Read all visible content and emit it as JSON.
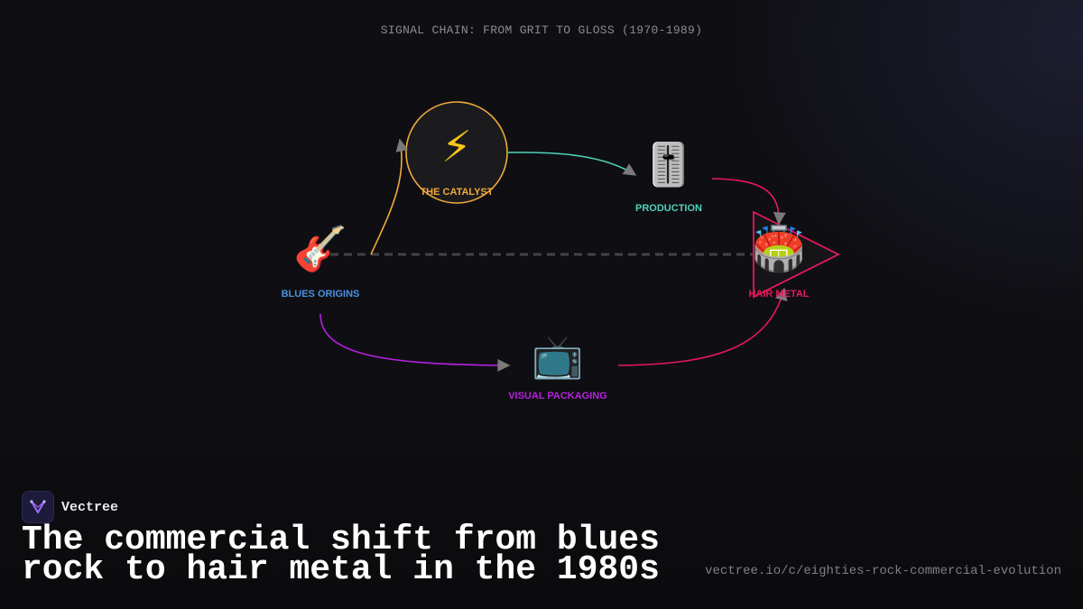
{
  "diagram": {
    "title": "SIGNAL CHAIN: FROM GRIT TO GLOSS (1970-1989)",
    "nodes": [
      {
        "id": "catalyst",
        "label": "THE CATALYST",
        "icon": "lightning-bolt-icon",
        "glyph": "⚡",
        "color": "#f2a93b"
      },
      {
        "id": "production",
        "label": "PRODUCTION",
        "icon": "fader-sliders-icon",
        "glyph": "🎚️",
        "color": "#4fd1b5"
      },
      {
        "id": "blues",
        "label": "BLUES ORIGINS",
        "icon": "guitar-icon",
        "glyph": "🎸",
        "color": "#4a90e2"
      },
      {
        "id": "hair",
        "label": "HAIR METAL",
        "icon": "stadium-icon",
        "glyph": "🏟️",
        "color": "#e8175d"
      },
      {
        "id": "visual",
        "label": "VISUAL PACKAGING",
        "icon": "television-icon",
        "glyph": "📺",
        "color": "#b620e0"
      }
    ],
    "edges": [
      {
        "from": "blues",
        "to": "catalyst",
        "color": "#f2a93b",
        "style": "solid"
      },
      {
        "from": "catalyst",
        "to": "production",
        "color": "#4fd1b5",
        "style": "solid"
      },
      {
        "from": "production",
        "to": "hair",
        "color": "#e8175d",
        "style": "solid"
      },
      {
        "from": "blues",
        "to": "visual",
        "color": "#b620e0",
        "style": "solid"
      },
      {
        "from": "visual",
        "to": "hair",
        "color": "#e8175d",
        "style": "solid"
      },
      {
        "from": "blues",
        "to": "hair",
        "color": "#444444",
        "style": "dashed"
      }
    ]
  },
  "brand": {
    "name": "Vectree",
    "accent": "#9b6bff"
  },
  "headline": "The commercial shift from blues rock to hair metal in the 1980s",
  "url": "vectree.io/c/eighties-rock-commercial-evolution"
}
